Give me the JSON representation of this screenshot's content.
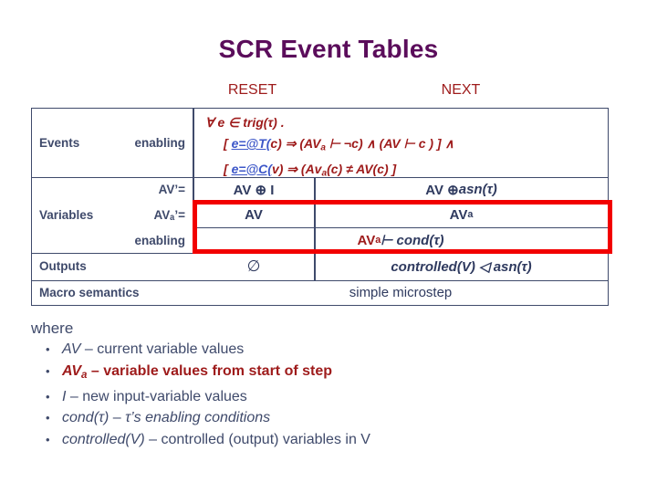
{
  "slide": {
    "title": "SCR Event Tables"
  },
  "table": {
    "column_headers": [
      {
        "id": "reset",
        "label": "RESET"
      },
      {
        "id": "next",
        "label": "NEXT"
      }
    ],
    "rows": [
      {
        "id": "events",
        "label": "Events",
        "sublabel": "enabling",
        "formula_lines": [
          "∀ e ∈ trig(τ) .",
          "[ e=@T(c) ⇒ (AVₐ ⊢ ¬c) ∧ (AV ⊢ c ) ]  ∧",
          "[ e=@C(v) ⇒ (Avₐ(c) ≠ AV(c) ]"
        ],
        "formula_line1_prefix": "∀ e ∈ trig(τ) .",
        "formula_line2": {
          "open": "[ ",
          "link": "e=@T(",
          "after": "c) ⇒ (AV",
          "sub": "a",
          "tail": " ⊢ ¬c) ∧ (AV ⊢ c ) ]  ∧"
        },
        "formula_line3": {
          "open": "[ ",
          "link": "e=@C(",
          "after": "v) ⇒ (Av",
          "sub": "a",
          "tail": "(c) ≠ AV(c) ]"
        }
      },
      {
        "id": "variables",
        "label": "Variables",
        "subrows": [
          {
            "id": "av-prime",
            "sublabel": "AV’=",
            "reset": "AV ⊕ I",
            "next_pre": "AV ⊕  ",
            "next_it": "asn(τ)"
          },
          {
            "id": "ava-prime",
            "sublabel": "AVₐ’=",
            "reset": "AV",
            "next_pre": "AV",
            "next_sub": "a"
          },
          {
            "id": "enabling",
            "sublabel": "enabling",
            "merged_red": "AV",
            "merged_sub": "a",
            "merged_rest": " ⊢  cond(τ)"
          }
        ]
      },
      {
        "id": "outputs",
        "label": "Outputs",
        "reset": "∅",
        "next": "controlled(V) ◁  asn(τ)"
      },
      {
        "id": "macro-semantics",
        "label": "Macro semantics",
        "merged": "simple microstep"
      }
    ]
  },
  "where": {
    "label": "where",
    "items": [
      {
        "id": "av",
        "bullet": "•",
        "term": "AV",
        "dash": " – ",
        "desc": "current variable values",
        "highlight": false
      },
      {
        "id": "ava",
        "bullet": "•",
        "term": "AV",
        "sub": "a",
        "dash": " – ",
        "desc": "variable values from start of step",
        "highlight": true
      },
      {
        "id": "i",
        "bullet": "•",
        "term": "I",
        "dash": " – ",
        "desc": "new input-variable values",
        "highlight": false
      },
      {
        "id": "cond",
        "bullet": "•",
        "term": "cond(τ)",
        "dash": " – ",
        "desc": "τ’s enabling conditions",
        "highlight": false
      },
      {
        "id": "controlled",
        "bullet": "•",
        "term": "controlled(V)",
        "dash": " – ",
        "desc": "controlled (output) variables in V",
        "highlight": false
      }
    ]
  },
  "colors": {
    "title_purple": "#5b0d5b",
    "header_red": "#9e1b1b",
    "table_navy": "#3f4a6b",
    "link_blue": "#3d57c8",
    "highlight_red": "#f20000"
  }
}
